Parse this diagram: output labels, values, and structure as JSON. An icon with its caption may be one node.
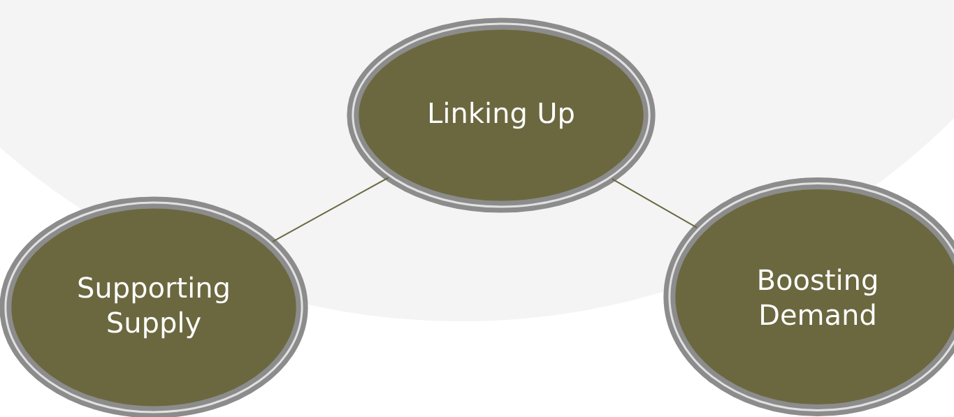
{
  "diagram": {
    "nodes": [
      {
        "text": [
          "Linking Up"
        ]
      },
      {
        "text": [
          "Supporting Supply"
        ]
      },
      {
        "text": [
          "Boosting Demand"
        ]
      }
    ],
    "edges": [
      {
        "from": 0,
        "to": 1,
        "arrow": "none"
      },
      {
        "from": 0,
        "to": 2,
        "arrow": "none"
      }
    ]
  }
}
